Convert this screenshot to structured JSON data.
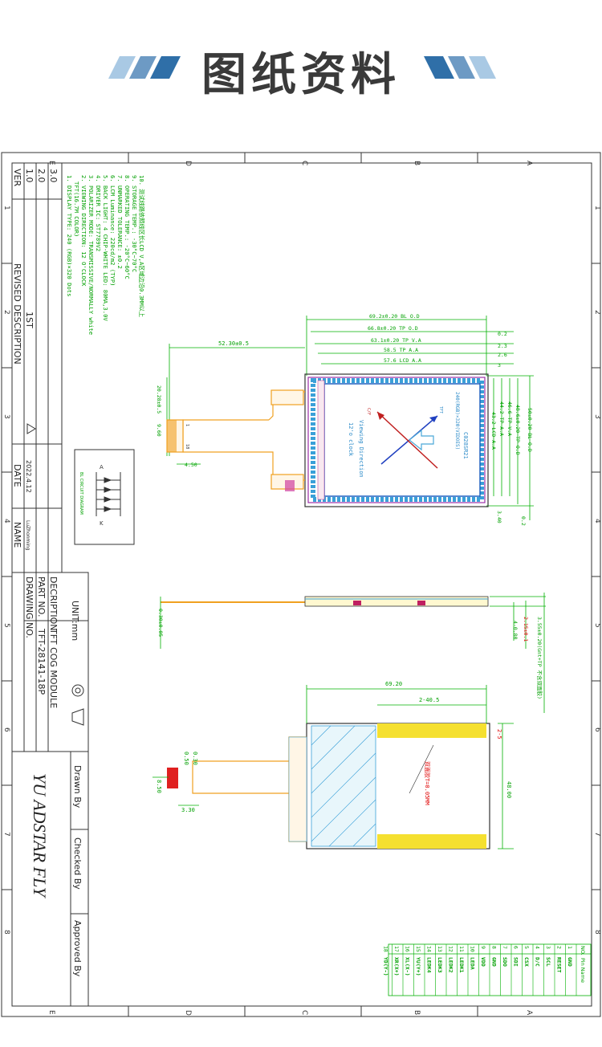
{
  "header": {
    "title": "图纸资料"
  },
  "colors": {
    "accent_dark": "#2f6fa8",
    "accent_light": "#a9c9e4",
    "dim_green": "#00b000",
    "note_green": "#00a000",
    "note_red": "#e00000",
    "pcb_orange": "#f0a020"
  },
  "border": {
    "cols_top": [
      "E",
      "D",
      "C",
      "B",
      "A"
    ],
    "rows_side": [
      "1",
      "2",
      "3",
      "4",
      "5",
      "6",
      "7",
      "8"
    ]
  },
  "notes": [
    "1. DISPLAY TYPE: 240 (RGB)×320 Dots",
    "TFT(16.7M COLOR)",
    "2. VIEWING DIRECTION: 12 O'CLOCK",
    "3. POLARIZER MODE: TRANSMISSIVE/NORMALLY white",
    "4. DRIVER IC: ST7789V2",
    "5. BACK LIGHT: 4 CHIP-WHITE LED: 80MA,3.0V",
    "6. LCM Luminance: 220cd/m2 (TYP)",
    "7. UNMARKED TOLERANCE: ±0.2",
    "8. OPERATING TEMP.: -20°C~60°C",
    "9. STORAGE TEMP.: -30°C~70°C",
    "10. 测试线路依照线区长LCD V,A区域边沿0.3MM以上"
  ],
  "circuit": {
    "caption": "BL CIRCUIT DIAGRAM",
    "anode": "A",
    "cathode": "K"
  },
  "front_view": {
    "dims_top": [
      "69.2±0.20 BL O.D",
      "66.8±0.20 TP O.D",
      "63.1±0.20 TP V.A",
      "58.5 TP A.A",
      "57.6 LCD A.A"
    ],
    "dims_top_right": [
      "0.2",
      "2.3",
      "2.6",
      "3"
    ],
    "dims_right": [
      "50±0.20 BL O.D",
      "48.6±0.20 TP O.D",
      "46.6 TP V.A",
      "44.2 TP A.A",
      "43.2 LCD A.A"
    ],
    "dim_bottom_right": [
      "3.40",
      "0.2"
    ],
    "dim_fpc_length": "52.30±0.5",
    "dim_fpc_side": "20.28±0.5",
    "dim_fpc_width": "9.60",
    "dim_fpc_tab": "4.50",
    "fpc_pin_first": "1",
    "fpc_pin_last": "18",
    "lcd_lines": [
      "C028SR21",
      "240(RGB)×320(VIDOES)",
      "Viewing Direction",
      "12'o clock"
    ],
    "rgb_label": "TFT",
    "c_label": "C/F"
  },
  "side_view": {
    "dim_total": "3.55±0.20(Gnt+TP 不含双面胶)",
    "dim_a": "2.15±0.1",
    "dim_b": "4-0.80",
    "dim_fpc": "0.30±0.05"
  },
  "back_view": {
    "dim_width": "69.20",
    "dim_tape": "2-40.5",
    "dim_tape_edge": "2-5",
    "dim_height": "48.00",
    "tape_label": "双面胶T=0.05MM",
    "dim_fpc_a": "0.30",
    "dim_fpc_b": "0.50",
    "dim_stiffener": "8.50",
    "dim_stiffener_w": "3.30"
  },
  "pin_table": {
    "headers": [
      "NO.",
      "Pin Name"
    ],
    "rows": [
      [
        "1",
        "GND"
      ],
      [
        "2",
        "RESET"
      ],
      [
        "3",
        "SCL"
      ],
      [
        "4",
        "D/C"
      ],
      [
        "5",
        "CSX"
      ],
      [
        "6",
        "SDI"
      ],
      [
        "7",
        "SDO"
      ],
      [
        "8",
        "GND"
      ],
      [
        "9",
        "VDD"
      ],
      [
        "10",
        "LEDA"
      ],
      [
        "11",
        "LEDK1"
      ],
      [
        "12",
        "LEDK2"
      ],
      [
        "13",
        "LEDK3"
      ],
      [
        "14",
        "LEDK4"
      ],
      [
        "15",
        "YU(Y+)"
      ],
      [
        "16",
        "XL(X-)"
      ],
      [
        "17",
        "XR(X+)"
      ],
      [
        "18",
        "YD(Y-)"
      ]
    ]
  },
  "revision": {
    "headers": [
      "VER",
      "REVISED DESCRIPTION",
      "DATE",
      "NAME"
    ],
    "rows": [
      [
        "1.0",
        "1ST",
        "2022.4.12",
        "LuZhonming"
      ],
      [
        "2.0",
        "",
        "",
        ""
      ],
      [
        "3.0",
        "",
        "",
        ""
      ]
    ]
  },
  "title_block": {
    "unit": "UNIT:mm",
    "decription_label": "DECRIPTION",
    "decription_value": "TFT COG MODULE",
    "part_label": "PART NO.",
    "part_value": "TFT-28141-18P",
    "drawing_label": "DRAWING NO.",
    "company": "YU ADSTAR FLY",
    "drawn": "Drawn By",
    "checked": "Checked By",
    "approved": "Approved By"
  }
}
